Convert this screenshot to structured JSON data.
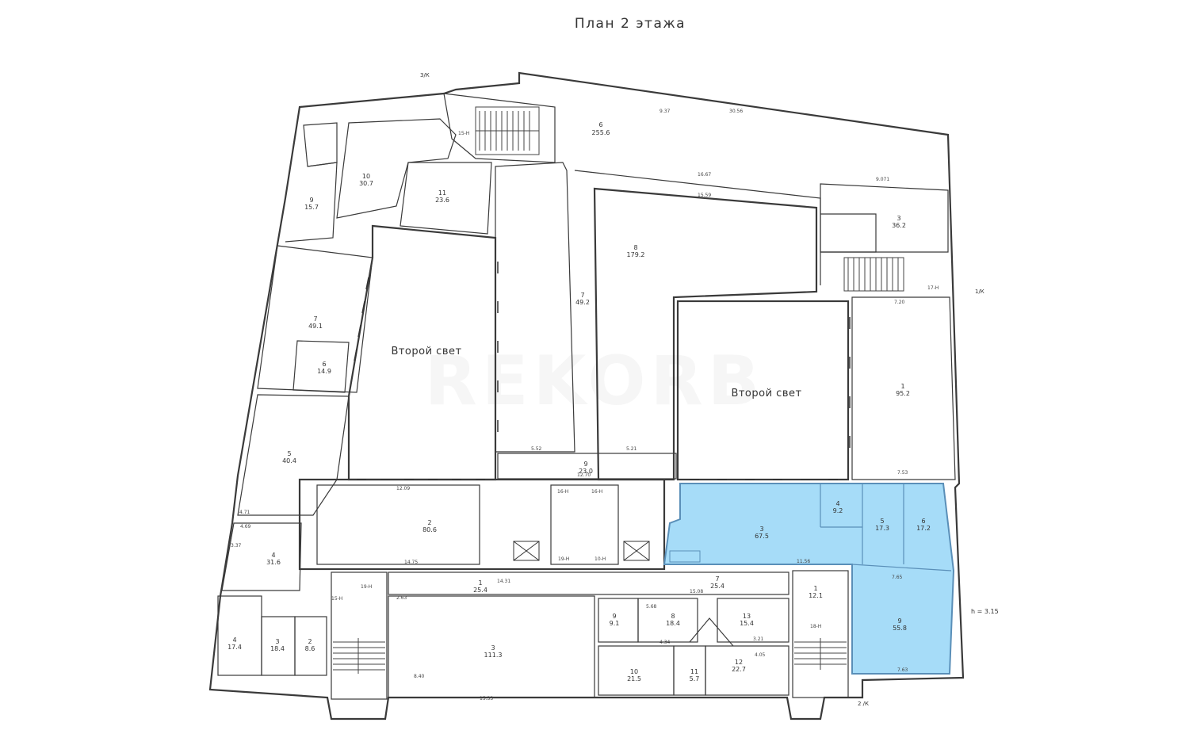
{
  "title": "План 2 этажа",
  "watermark": "REKORB",
  "highlight_color": "#a6dcf8",
  "height_note": "h = 3.15",
  "second_light_labels": [
    "Второй свет",
    "Второй свет"
  ],
  "markers": [
    "3/К",
    "1/К",
    "2 /К"
  ],
  "stair_labels": [
    "15-Н",
    "16-Н",
    "16-Н",
    "17-Н",
    "19-Н",
    "10-Н",
    "19-Н",
    "15-Н",
    "18-Н"
  ],
  "rooms": [
    {
      "num": "6",
      "area": "255.6"
    },
    {
      "num": "10",
      "area": "30.7"
    },
    {
      "num": "11",
      "area": "23.6"
    },
    {
      "num": "9",
      "area": "15.7"
    },
    {
      "num": "7",
      "area": "49.1"
    },
    {
      "num": "6",
      "area": "14.9"
    },
    {
      "num": "5",
      "area": "40.4"
    },
    {
      "num": "4",
      "area": "31.6"
    },
    {
      "num": "7",
      "area": "49.2"
    },
    {
      "num": "8",
      "area": "179.2"
    },
    {
      "num": "3",
      "area": "36.2"
    },
    {
      "num": "1",
      "area": "95.2"
    },
    {
      "num": "9",
      "area": "23.0"
    },
    {
      "num": "2",
      "area": "80.6"
    },
    {
      "num": "3",
      "area": "67.5"
    },
    {
      "num": "4",
      "area": "9.2"
    },
    {
      "num": "5",
      "area": "17.3"
    },
    {
      "num": "6",
      "area": "17.2"
    },
    {
      "num": "7",
      "area": "25.4"
    },
    {
      "num": "1",
      "area": "25.4"
    },
    {
      "num": "3",
      "area": "111.3"
    },
    {
      "num": "9",
      "area": "9.1"
    },
    {
      "num": "8",
      "area": "18.4"
    },
    {
      "num": "13",
      "area": "15.4"
    },
    {
      "num": "10",
      "area": "21.5"
    },
    {
      "num": "11",
      "area": "5.7"
    },
    {
      "num": "12",
      "area": "22.7"
    },
    {
      "num": "1",
      "area": "12.1"
    },
    {
      "num": "9",
      "area": "55.8"
    },
    {
      "num": "4",
      "area": "17.4"
    },
    {
      "num": "3",
      "area": "18.4"
    },
    {
      "num": "2",
      "area": "8.6"
    }
  ],
  "dimensions": [
    "12.09",
    "14.75",
    "14.31",
    "15.08",
    "15.33",
    "11.56",
    "7.65",
    "7.63",
    "7.53",
    "7.20",
    "5.52",
    "5.21",
    "12.70",
    "16.67",
    "15.59",
    "30.56",
    "9.37",
    "9.071",
    "4.69",
    "4.71",
    "3.37",
    "8.40",
    "2.63",
    "3.21",
    "4.05",
    "4.34",
    "5.68"
  ]
}
